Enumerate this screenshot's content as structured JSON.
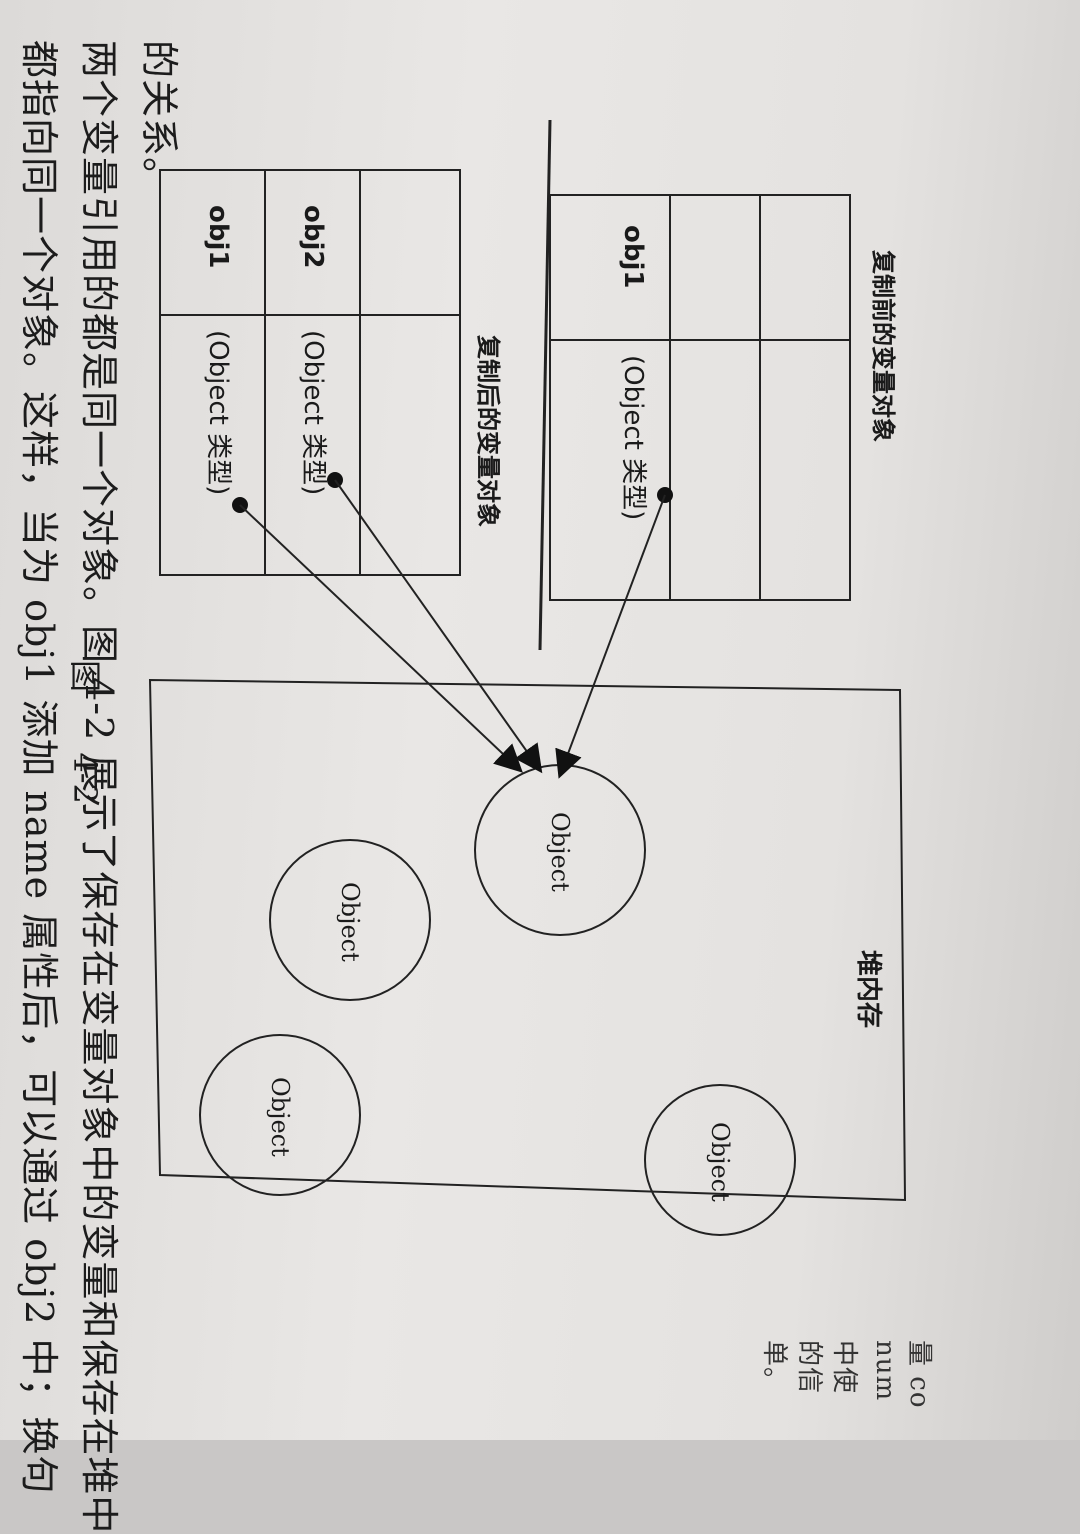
{
  "text_lines": [
    "都指向同一个对象。这样，当为 obj1 添加 name 属性后，可以通过 obj2 中；换句",
    "两个变量引用的都是同一个对象。图 4-2 展示了保存在变量对象中的变量和保存在堆中",
    "的关系。"
  ],
  "side_fragments": [
    "量 co",
    "num",
    "中使",
    "的信",
    "单。"
  ],
  "diagram": {
    "before_title": "复制前的变量对象",
    "after_title": "复制后的变量对象",
    "heap_title": "堆内存",
    "obj1_label": "obj1",
    "obj2_label": "obj2",
    "type_label": "(Object 类型)",
    "object_label": "Object"
  },
  "caption": {
    "prefix": "图",
    "number": "4-2"
  }
}
